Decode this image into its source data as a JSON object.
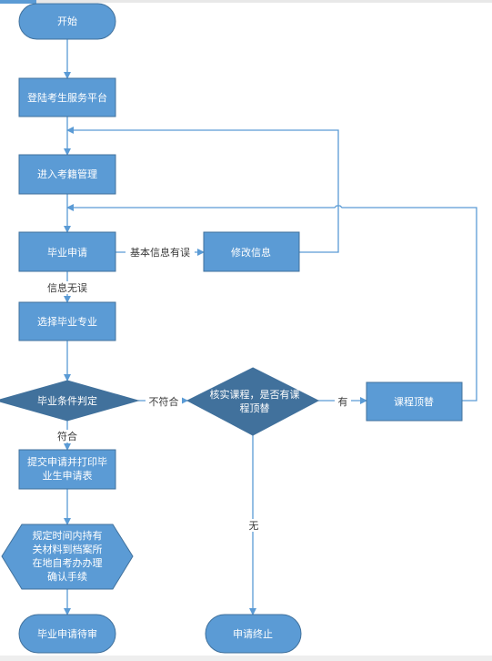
{
  "colors": {
    "accent": "#5b9bd5",
    "dark": "#41719c",
    "edge": "#5b9bd5",
    "label_text": "#3a3a3a"
  },
  "nodes": {
    "start": "开始",
    "login": "登陆考生服务平台",
    "exam_records": "进入考籍管理",
    "apply": "毕业申请",
    "fix_info": "修改信息",
    "select_major": "选择毕业专业",
    "check_conditions": "毕业条件判定",
    "verify_line1": "核实课程，是否有课",
    "verify_line2": "程顶替",
    "course_sub": "课程顶替",
    "submit_line1": "提交申请并打印毕",
    "submit_line2": "业生申请表",
    "archive_line1": "规定时间内持有",
    "archive_line2": "关材料到档案所",
    "archive_line3": "在地自考办办理",
    "archive_line4": "确认手续",
    "pending": "毕业申请待审",
    "terminate": "申请终止"
  },
  "edges": {
    "info_error": "基本信息有误",
    "info_ok": "信息无误",
    "not_met": "不符合",
    "met": "符合",
    "has": "有",
    "none": "无"
  }
}
